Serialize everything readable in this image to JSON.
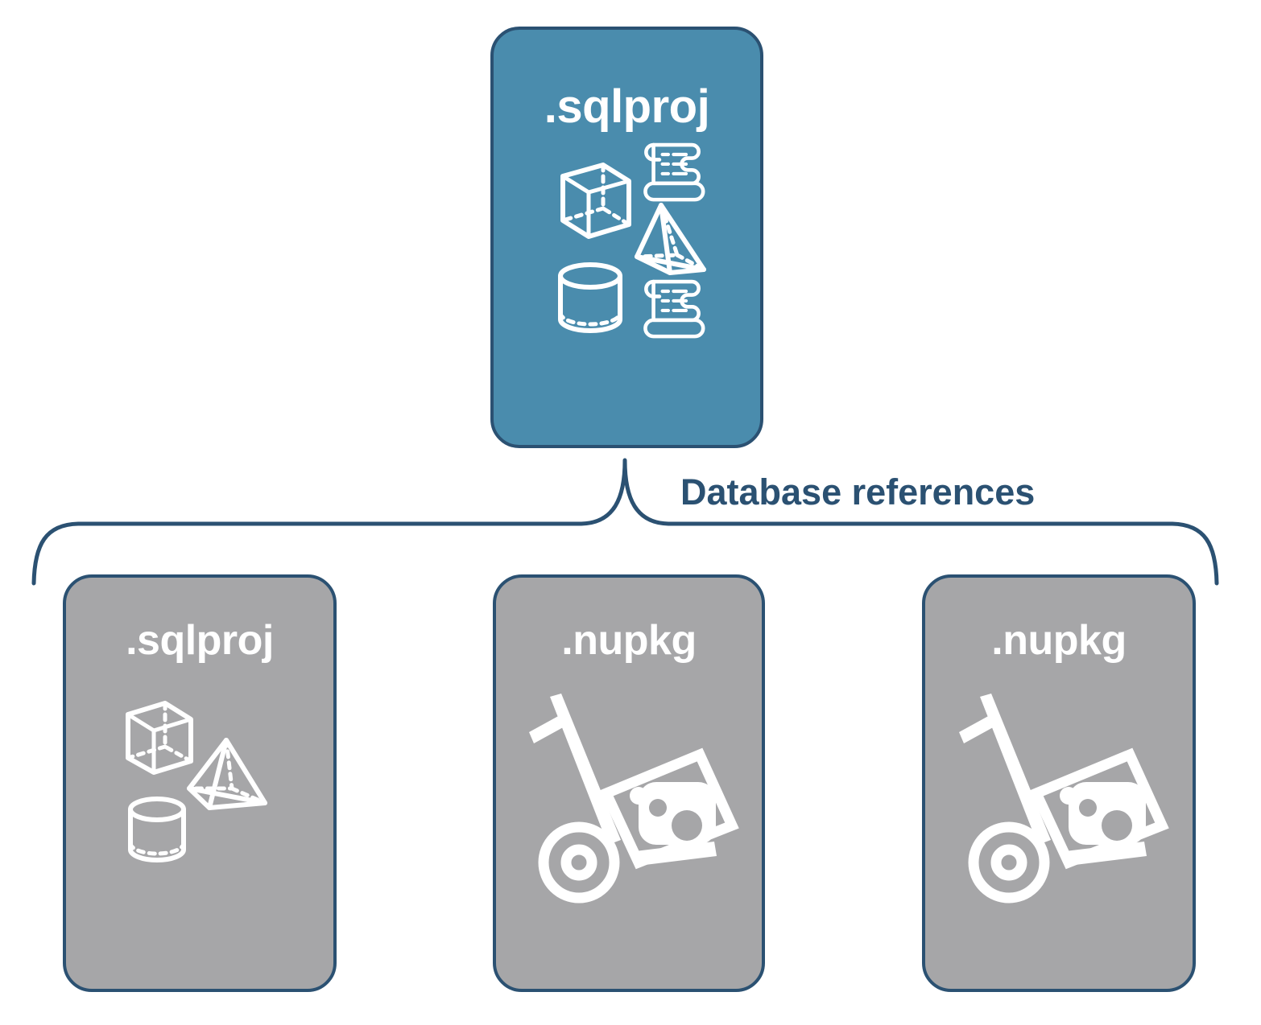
{
  "diagram": {
    "title_text": "Database references",
    "colors": {
      "blue_fill": "#4a8cad",
      "gray_fill": "#a6a6a8",
      "border": "#2b5172",
      "icon": "#ffffff",
      "label": "#2b5172",
      "background": "#ffffff"
    },
    "connector": {
      "label": "Database references",
      "type": "curly-brace",
      "orientation": "up"
    },
    "parent": {
      "label": ".sqlproj",
      "fill": "blue",
      "icons": [
        "cube-icon",
        "scroll-icon",
        "pyramid-icon",
        "cylinder-icon",
        "scroll-icon"
      ]
    },
    "children": [
      {
        "label": ".sqlproj",
        "fill": "gray",
        "icons": [
          "cube-icon",
          "pyramid-icon",
          "cylinder-icon"
        ]
      },
      {
        "label": ".nupkg",
        "fill": "gray",
        "icons": [
          "hand-truck-package-icon"
        ]
      },
      {
        "label": ".nupkg",
        "fill": "gray",
        "icons": [
          "hand-truck-package-icon"
        ]
      }
    ]
  }
}
